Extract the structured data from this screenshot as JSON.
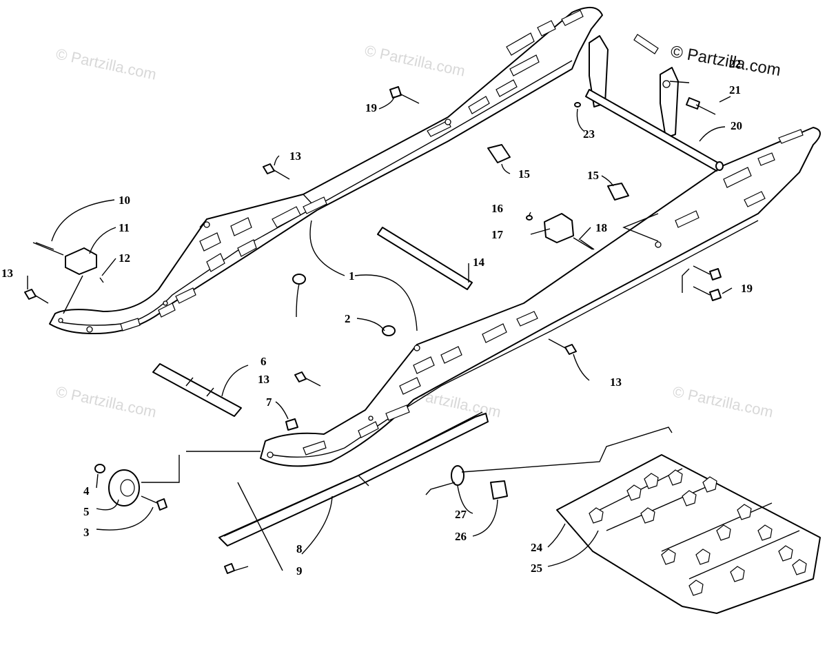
{
  "watermarks": [
    "© Partzilla.com",
    "© Partzilla.com",
    "© Partzilla.com",
    "© Partzilla.com",
    "© Partzilla.com"
  ],
  "brand": "© Partzilla.com",
  "callouts": {
    "c1": "1",
    "c2": "2",
    "c3": "3",
    "c4": "4",
    "c5": "5",
    "c6": "6",
    "c7": "7",
    "c8": "8",
    "c9": "9",
    "c10": "10",
    "c11": "11",
    "c12": "12",
    "c13a": "13",
    "c13b": "13",
    "c13c": "13",
    "c13d": "13",
    "c14": "14",
    "c15a": "15",
    "c15b": "15",
    "c16": "16",
    "c17": "17",
    "c18": "18",
    "c19a": "19",
    "c19b": "19",
    "c20": "20",
    "c21": "21",
    "c22": "22",
    "c23": "23",
    "c24": "24",
    "c25": "25",
    "c26": "26",
    "c27": "27"
  }
}
